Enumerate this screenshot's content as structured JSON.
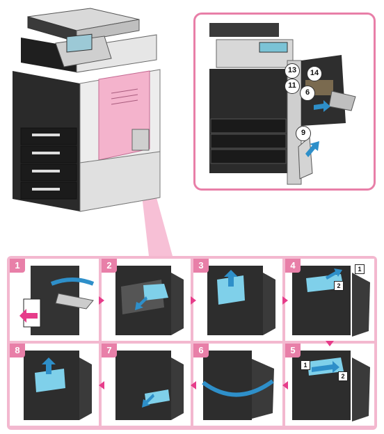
{
  "inset_callouts": [
    "13",
    "14",
    "11",
    "6",
    "9"
  ],
  "steps": [
    {
      "num": "1",
      "tags": []
    },
    {
      "num": "2",
      "tags": []
    },
    {
      "num": "3",
      "tags": []
    },
    {
      "num": "4",
      "tags": [
        "1",
        "2"
      ]
    },
    {
      "num": "5",
      "tags": [
        "1",
        "2"
      ]
    },
    {
      "num": "6",
      "tags": []
    },
    {
      "num": "7",
      "tags": []
    },
    {
      "num": "8",
      "tags": []
    }
  ],
  "colors": {
    "accent": "#e87fa8",
    "arrow_blue": "#2e8fc9",
    "paper_blue": "#7fd0ea",
    "machine_dark": "#2a2a2a"
  }
}
